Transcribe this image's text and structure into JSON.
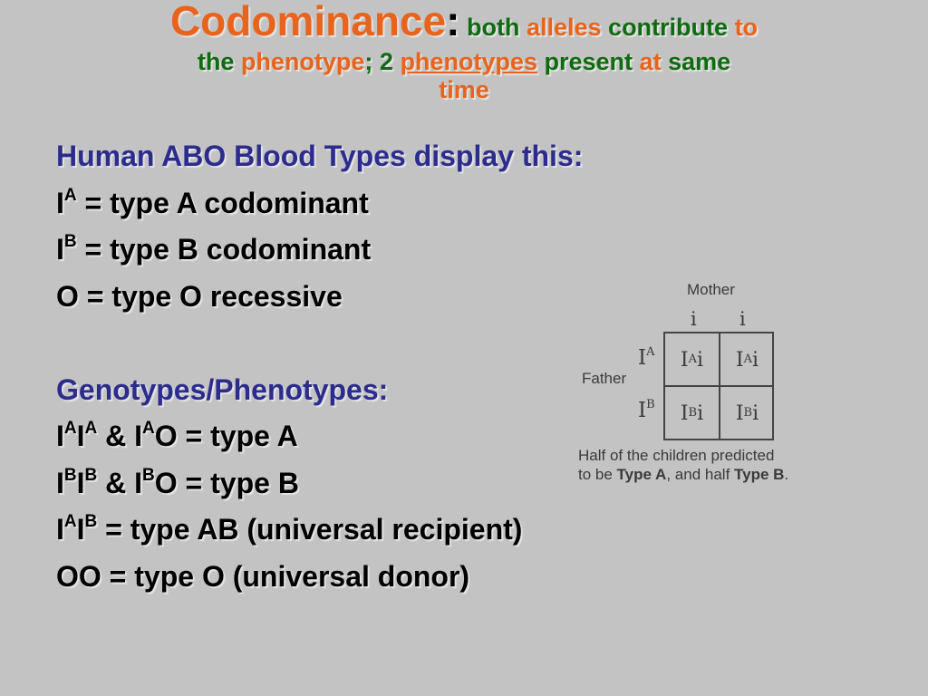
{
  "title": {
    "main": "Codominance",
    "colon": ":",
    "w1": "both",
    "w2": "alleles",
    "w3": "contribute",
    "w4": "to",
    "w5": "the",
    "w6": "phenotype",
    "w7": ";",
    "w8": "2",
    "w9": "phenotypes",
    "w10": "present",
    "w11": "at",
    "w12": "same",
    "w13": "time"
  },
  "body": {
    "heading1": "Human ABO Blood Types display this:",
    "l1_base": "I",
    "l1_sup": "A",
    "l1_text": " = type A codominant",
    "l2_base": "I",
    "l2_sup": "B",
    "l2_text": " = type B codominant",
    "l3_text": "O = type O recessive",
    "heading2": "Genotypes/Phenotypes:",
    "g1_a": "I",
    "g1_as": "A",
    "g1_b": "I",
    "g1_bs": "A",
    "g1_c": " & I",
    "g1_cs": "A",
    "g1_d": "O = type A",
    "g2_a": "I",
    "g2_as": "B",
    "g2_b": "I",
    "g2_bs": "B",
    "g2_c": " & I",
    "g2_cs": "B",
    "g2_d": "O = type B",
    "g3_a": "I",
    "g3_as": "A",
    "g3_b": "I",
    "g3_bs": "B",
    "g3_c": " = type AB (universal recipient)",
    "g4_text": "OO = type O (universal donor)"
  },
  "punnett": {
    "mother_label": "Mother",
    "mother_alleles": [
      "i",
      "i"
    ],
    "father_label": "Father",
    "father_alleles": [
      {
        "base": "I",
        "sup": "A"
      },
      {
        "base": "I",
        "sup": "B"
      }
    ],
    "cells": [
      {
        "base": "I",
        "sup": "A",
        "tail": "i"
      },
      {
        "base": "I",
        "sup": "A",
        "tail": "i"
      },
      {
        "base": "I",
        "sup": "B",
        "tail": "i"
      },
      {
        "base": "I",
        "sup": "B",
        "tail": "i"
      }
    ],
    "caption_line1": "Half of the children predicted",
    "caption_line2_a": "to be ",
    "caption_line2_b": "Type A",
    "caption_line2_c": ", and half ",
    "caption_line2_d": "Type B",
    "caption_line2_e": "."
  },
  "colors": {
    "background": "#c3c3c3",
    "title_orange": "#e8641c",
    "title_green": "#0f6b0f",
    "heading_blue": "#2c2c8e"
  }
}
